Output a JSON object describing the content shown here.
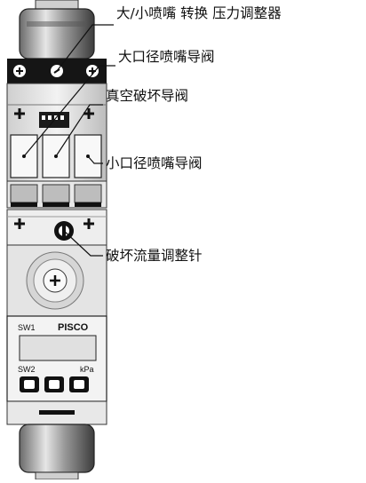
{
  "labels": {
    "switch_regulator": "大/小喷嘴 转换 压力调整器",
    "large_nozzle_valve": "大口径喷嘴导阀",
    "vacuum_break_valve": "真空破坏导阀",
    "small_nozzle_valve": "小口径喷嘴导阀",
    "flow_needle": "破坏流量调整针"
  },
  "panel": {
    "sw1": "SW1",
    "brand": "PISCO",
    "sw2": "SW2",
    "unit": "kPa"
  }
}
